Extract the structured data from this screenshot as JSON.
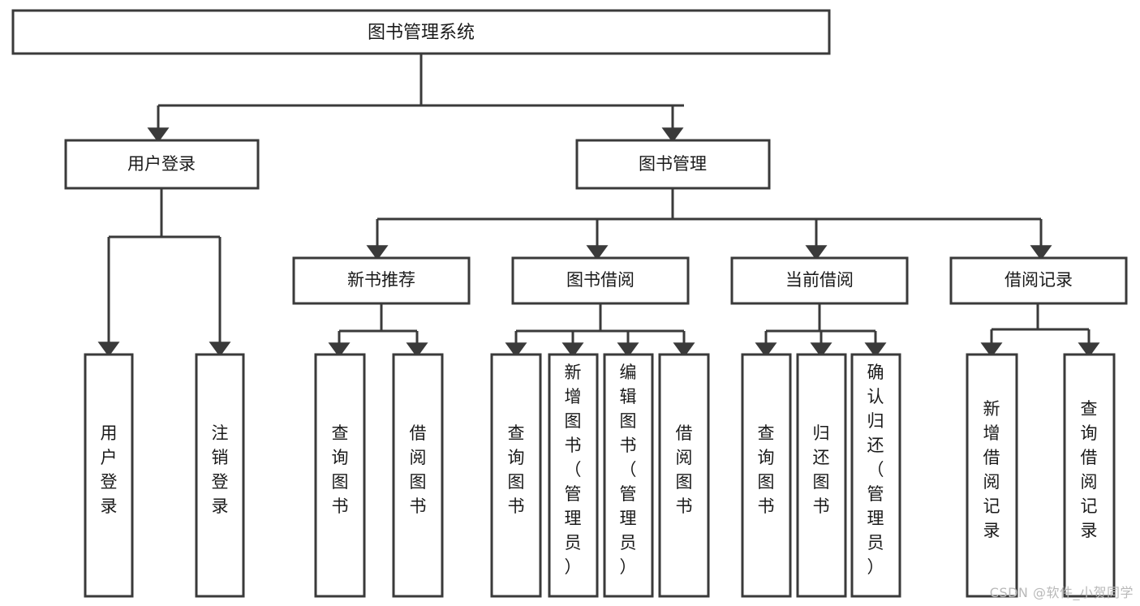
{
  "diagram": {
    "type": "tree",
    "title": "图书管理系统",
    "watermark": "CSDN @软件_小贺同学",
    "colors": {
      "stroke": "#3a3a3a",
      "fill": "#ffffff",
      "text": "#1a1a1a",
      "watermark": "#b9b9b9"
    },
    "root": {
      "label": "图书管理系统"
    },
    "level2": [
      {
        "label": "用户登录"
      },
      {
        "label": "图书管理"
      }
    ],
    "level3": [
      {
        "label": "新书推荐"
      },
      {
        "label": "图书借阅"
      },
      {
        "label": "当前借阅"
      },
      {
        "label": "借阅记录"
      }
    ],
    "leaves": {
      "user_login": [
        {
          "label": "用户登录"
        },
        {
          "label": "注销登录"
        }
      ],
      "new_book": [
        {
          "label": "查询图书"
        },
        {
          "label": "借阅图书"
        }
      ],
      "borrow_book": [
        {
          "label": "查询图书"
        },
        {
          "label": "新增图书（管理员）"
        },
        {
          "label": "编辑图书（管理员）"
        },
        {
          "label": "借阅图书"
        }
      ],
      "current_borrow": [
        {
          "label": "查询图书"
        },
        {
          "label": "归还图书"
        },
        {
          "label": "确认归还（管理员）"
        }
      ],
      "borrow_record": [
        {
          "label": "新增借阅记录"
        },
        {
          "label": "查询借阅记录"
        }
      ]
    }
  }
}
